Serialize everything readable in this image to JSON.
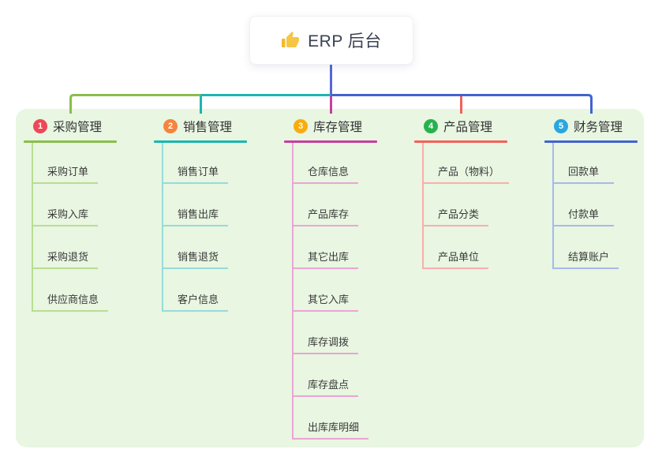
{
  "root": {
    "title": "ERP 后台",
    "icon": "thumbs-up-icon",
    "icon_color": "#f3ba2f",
    "line_color": "#5568d4"
  },
  "panel": {
    "background": "#e8f6e2"
  },
  "branches": [
    {
      "num": "1",
      "label": "采购管理",
      "badge_color": "#ee4757",
      "line_color": "#8abe4b",
      "tint_color": "#b9dd92",
      "children": [
        "采购订单",
        "采购入库",
        "采购退货",
        "供应商信息"
      ]
    },
    {
      "num": "2",
      "label": "销售管理",
      "badge_color": "#f8833b",
      "line_color": "#1ab7b0",
      "tint_color": "#96dcd7",
      "children": [
        "销售订单",
        "销售出库",
        "销售退货",
        "客户信息"
      ]
    },
    {
      "num": "3",
      "label": "库存管理",
      "badge_color": "#fbab0c",
      "line_color": "#c73f9f",
      "tint_color": "#eba5d3",
      "children": [
        "仓库信息",
        "产品库存",
        "其它出库",
        "其它入库",
        "库存调拨",
        "库存盘点",
        "出库库明细"
      ]
    },
    {
      "num": "4",
      "label": "产品管理",
      "badge_color": "#27b24e",
      "line_color": "#f5605a",
      "tint_color": "#fbaead",
      "children": [
        "产品（物料）",
        "产品分类",
        "产品单位"
      ]
    },
    {
      "num": "5",
      "label": "财务管理",
      "badge_color": "#2aa6df",
      "line_color": "#4263cf",
      "tint_color": "#a7b9ea",
      "children": [
        "回款单",
        "付款单",
        "结算账户"
      ]
    }
  ]
}
